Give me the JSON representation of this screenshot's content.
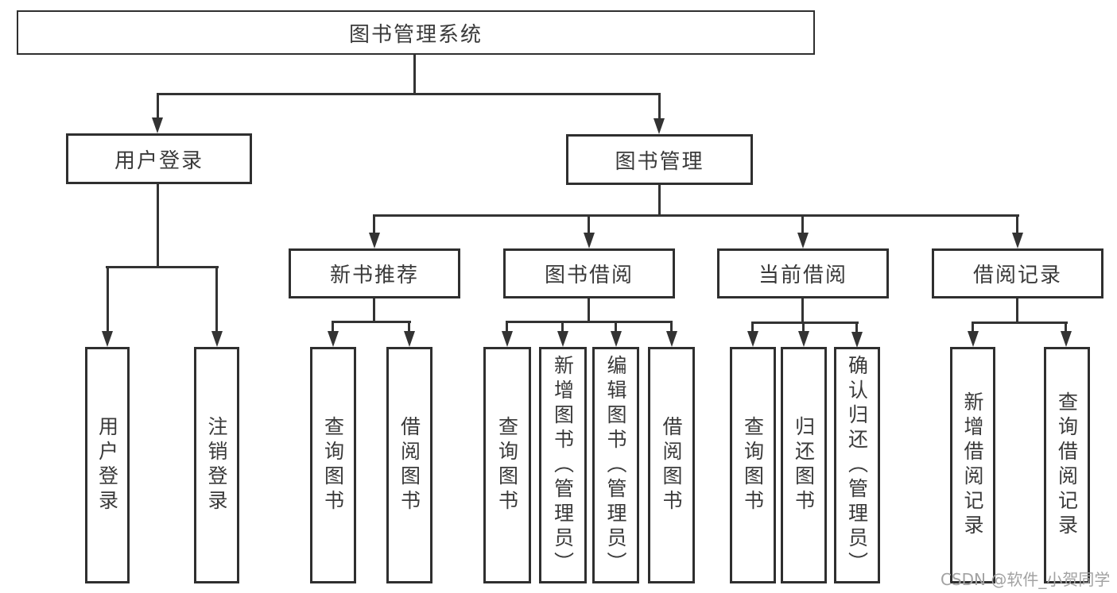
{
  "diagram": {
    "title": "图书管理系统",
    "root": {
      "label": "图书管理系统"
    },
    "branches": [
      {
        "label": "用户登录",
        "leaves": [
          {
            "label": "用户登录"
          },
          {
            "label": "注销登录"
          }
        ]
      },
      {
        "label": "图书管理",
        "groups": [
          {
            "label": "新书推荐",
            "leaves": [
              {
                "label": "查询图书"
              },
              {
                "label": "借阅图书"
              }
            ]
          },
          {
            "label": "图书借阅",
            "leaves": [
              {
                "label": "查询图书"
              },
              {
                "label": "新增图书（管理员）"
              },
              {
                "label": "编辑图书（管理员）"
              },
              {
                "label": "借阅图书"
              }
            ]
          },
          {
            "label": "当前借阅",
            "leaves": [
              {
                "label": "查询图书"
              },
              {
                "label": "归还图书"
              },
              {
                "label": "确认归还（管理员）"
              }
            ]
          },
          {
            "label": "借阅记录",
            "leaves": [
              {
                "label": "新增借阅记录"
              },
              {
                "label": "查询借阅记录"
              }
            ]
          }
        ]
      }
    ]
  },
  "watermark": {
    "text": "CSDN @软件_小贺同学"
  },
  "colors": {
    "background": "#ffffff",
    "line": "#333333",
    "box_border": "#2f2f2f",
    "text": "#3a3a3a",
    "watermark": "#a2a2a2"
  }
}
